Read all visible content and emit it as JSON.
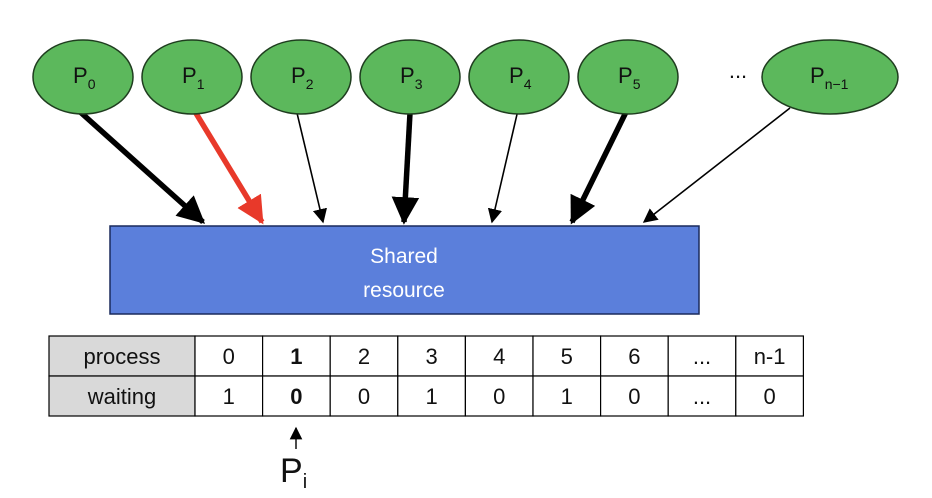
{
  "processes": [
    {
      "label": "P",
      "sub": "0",
      "weight": "thick",
      "color": "#000000"
    },
    {
      "label": "P",
      "sub": "1",
      "weight": "thick",
      "color": "#e8392a"
    },
    {
      "label": "P",
      "sub": "2",
      "weight": "thin",
      "color": "#000000"
    },
    {
      "label": "P",
      "sub": "3",
      "weight": "thick",
      "color": "#000000"
    },
    {
      "label": "P",
      "sub": "4",
      "weight": "thin",
      "color": "#000000"
    },
    {
      "label": "P",
      "sub": "5",
      "weight": "thick",
      "color": "#000000"
    },
    {
      "label": "P",
      "sub": "n−1",
      "weight": "thin",
      "color": "#000000"
    }
  ],
  "ellipsis": "...",
  "shared_resource": {
    "line1": "Shared",
    "line2": "resource"
  },
  "table": {
    "rows": [
      {
        "header": "process",
        "cells": [
          "0",
          "1",
          "2",
          "3",
          "4",
          "5",
          "6",
          "...",
          "n-1"
        ]
      },
      {
        "header": "waiting",
        "cells": [
          "1",
          "0",
          "0",
          "1",
          "0",
          "1",
          "0",
          "...",
          "0"
        ]
      }
    ],
    "bold_column": 1
  },
  "pointer": {
    "label": "P",
    "sub": "i",
    "column": 1
  },
  "colors": {
    "node_fill": "#5cb85c",
    "node_stroke": "#1f3d1f",
    "resource_fill": "#5b7fdb",
    "resource_stroke": "#1a2a5c",
    "table_header_fill": "#d9d9d9",
    "active_arrow": "#e8392a"
  }
}
